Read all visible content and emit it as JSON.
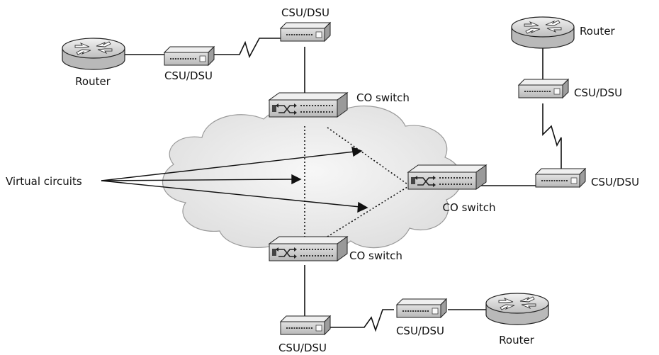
{
  "labels": {
    "csu_top": "CSU/DSU",
    "csu_left": "CSU/DSU",
    "router_left": "Router",
    "router_top_right": "Router",
    "csu_right_upper": "CSU/DSU",
    "csu_right_lower": "CSU/DSU",
    "co_switch_top": "CO switch",
    "co_switch_right": "CO switch",
    "co_switch_bottom": "CO switch",
    "virtual_circuits": "Virtual circuits",
    "csu_bottom_left": "CSU/DSU",
    "csu_bottom_middle": "CSU/DSU",
    "router_bottom": "Router"
  },
  "colors": {
    "line": "#111111",
    "cloud_fill": "#eeeeee",
    "cloud_stroke": "#9a9a9a",
    "device_fill": "#d4d4d4",
    "device_top": "#ececec",
    "device_side": "#a8a8a8"
  },
  "icons": {
    "router": "router-icon",
    "csu_dsu": "csu-dsu-icon",
    "co_switch": "co-switch-icon",
    "cloud": "network-cloud"
  }
}
